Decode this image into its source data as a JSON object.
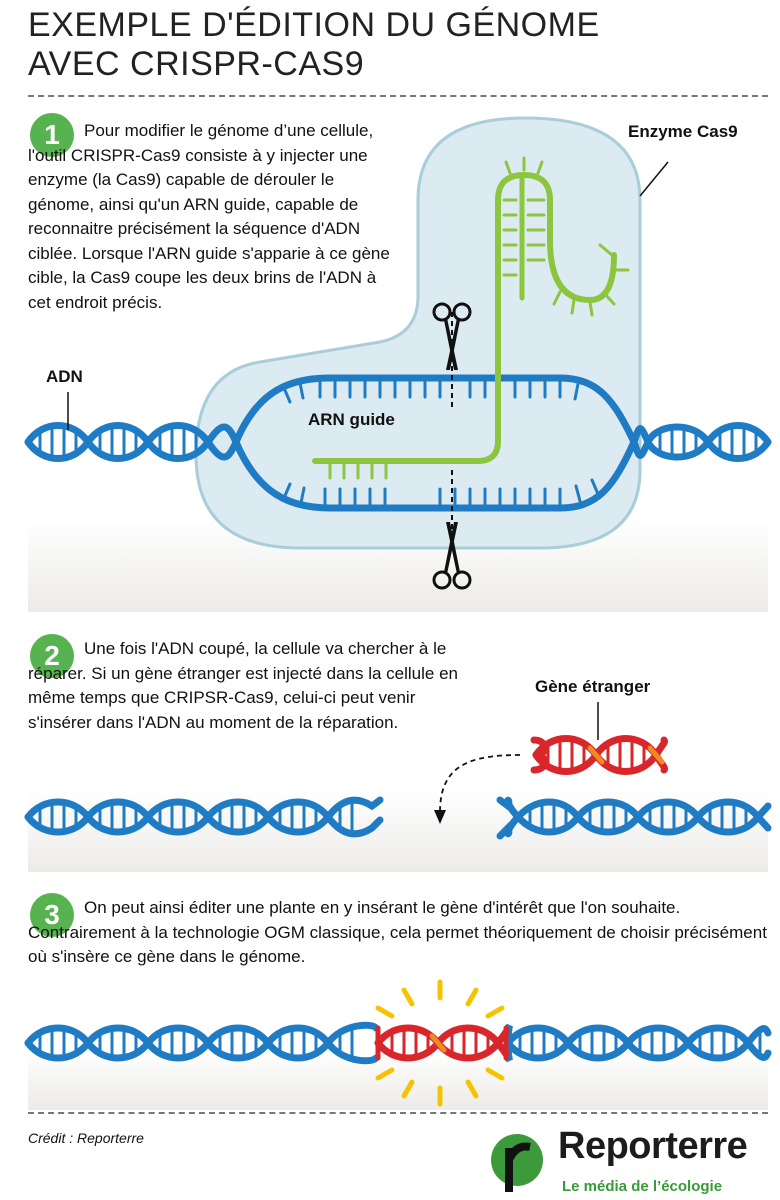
{
  "title_line1": "EXEMPLE D'ÉDITION DU GÉNOME",
  "title_line2": "AVEC CRISPR-CAS9",
  "steps": [
    {
      "number": "1",
      "text": "Pour modifier le génome d’une cellule, l'outil CRISPR-Cas9 consiste à y injecter une enzyme (la Cas9) capable de dérouler le génome, ainsi qu'un ARN guide, capable de reconnaitre précisément la séquence d'ADN ciblée. Lorsque l'ARN guide s'apparie à ce gène cible, la Cas9 coupe les deux brins de l'ADN à cet endroit précis."
    },
    {
      "number": "2",
      "text": "Une fois l'ADN coupé, la cellule va chercher à le réparer. Si un gène étranger est injecté dans la cellule en même temps que CRIPSR-Cas9, celui-ci peut venir s'insérer dans l'ADN au moment de la réparation."
    },
    {
      "number": "3",
      "text": "On peut ainsi éditer une plante en y insérant le gène d'intérêt que l'on souhaite. Contrairement à la technologie OGM classique, cela permet théoriquement de choisir précisément où s'insère ce gène dans le génome."
    }
  ],
  "labels": {
    "enzyme": "Enzyme Cas9",
    "adn": "ADN",
    "arn": "ARN guide",
    "foreign_gene": "Gène étranger"
  },
  "credit": "Crédit : Reporterre",
  "logo": {
    "name": "Reporterre",
    "tagline": "Le média de l’écologie"
  },
  "colors": {
    "dna_blue": "#1f7cc4",
    "rna_green": "#8cc63f",
    "gene_red": "#d9262b",
    "badge_green": "#56b34f",
    "enzyme_fill": "#dcebf1",
    "burst_yellow": "#f5c400"
  },
  "icons": [
    "scissors-icon",
    "scissors-icon",
    "reporterre-logo-icon"
  ]
}
